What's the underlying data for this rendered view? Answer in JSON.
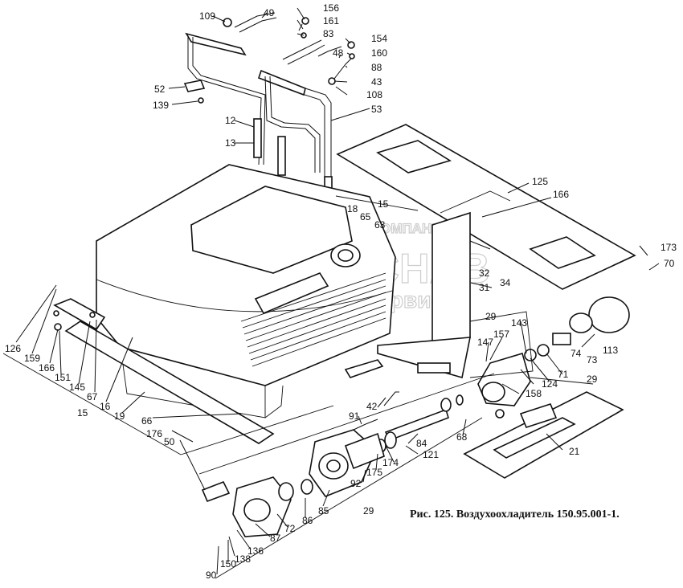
{
  "caption": "Рис. 125. Воздухоохладитель 150.95.001-1.",
  "watermark": {
    "line1": "ГРУППА КОМПАНИЙ",
    "line2": "РОСНАВ",
    "line3": "техсервис"
  },
  "callouts": [
    "109",
    "49",
    "156",
    "161",
    "83",
    "154",
    "160",
    "48",
    "88",
    "43",
    "108",
    "53",
    "52",
    "139",
    "12",
    "13",
    "15",
    "18",
    "65",
    "63",
    "125",
    "166",
    "32",
    "31",
    "34",
    "173",
    "70",
    "126",
    "159",
    "166",
    "151",
    "145",
    "67",
    "16",
    "19",
    "15",
    "66",
    "176",
    "50",
    "29",
    "143",
    "157",
    "147",
    "74",
    "73",
    "113",
    "71",
    "124",
    "158",
    "29",
    "42",
    "91",
    "68",
    "84",
    "121",
    "174",
    "175",
    "92",
    "21",
    "85",
    "86",
    "72",
    "87",
    "136",
    "138",
    "150",
    "90",
    "29"
  ]
}
